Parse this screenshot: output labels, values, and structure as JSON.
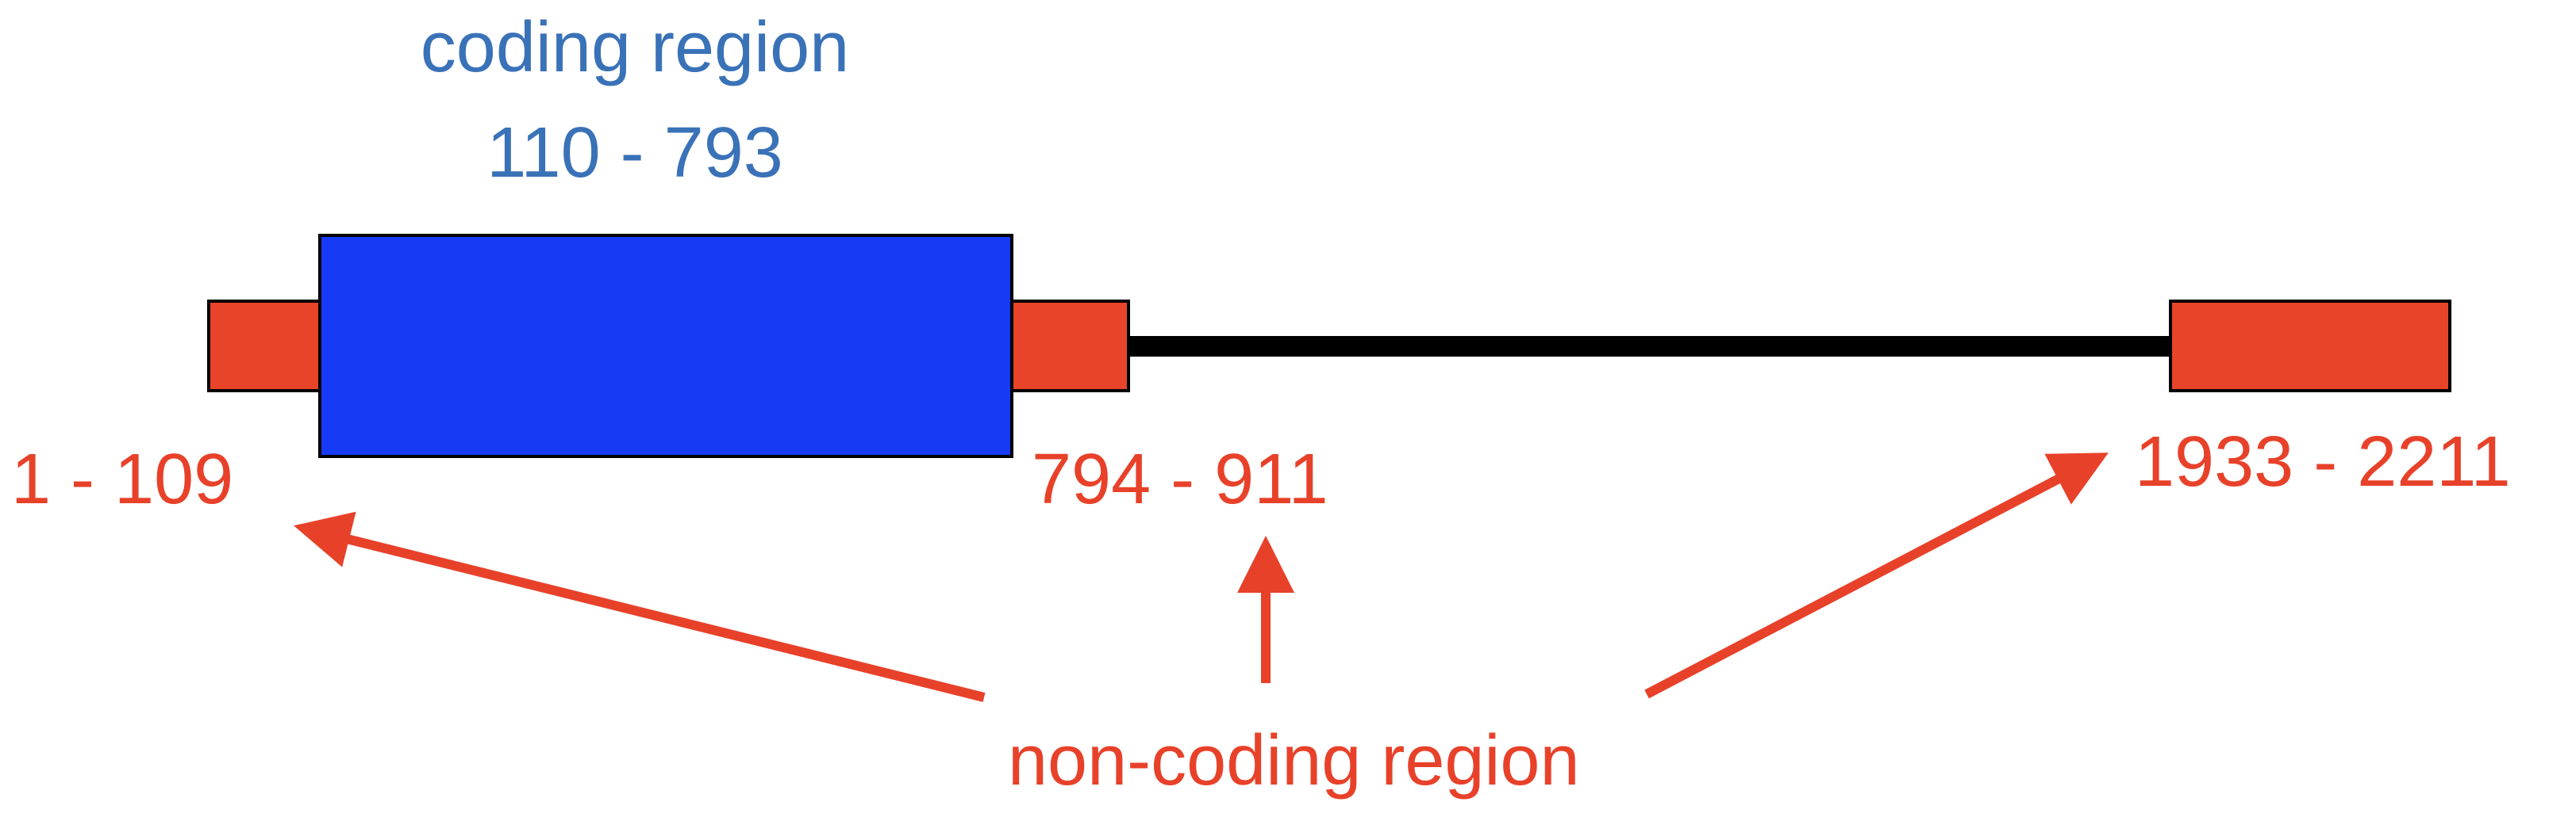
{
  "colors": {
    "coding": "#173bf5",
    "noncoding": "#e84429",
    "intron": "#000000",
    "coding_label": "#3a72b8",
    "noncoding_label": "#e8412a"
  },
  "coding": {
    "title": "coding region",
    "range": "110 - 793"
  },
  "utr5": {
    "range": "1 - 109"
  },
  "utr3_first": {
    "range": "794 - 911"
  },
  "utr3_last": {
    "range": "1933 - 2211"
  },
  "noncoding": {
    "label": "non-coding region"
  }
}
